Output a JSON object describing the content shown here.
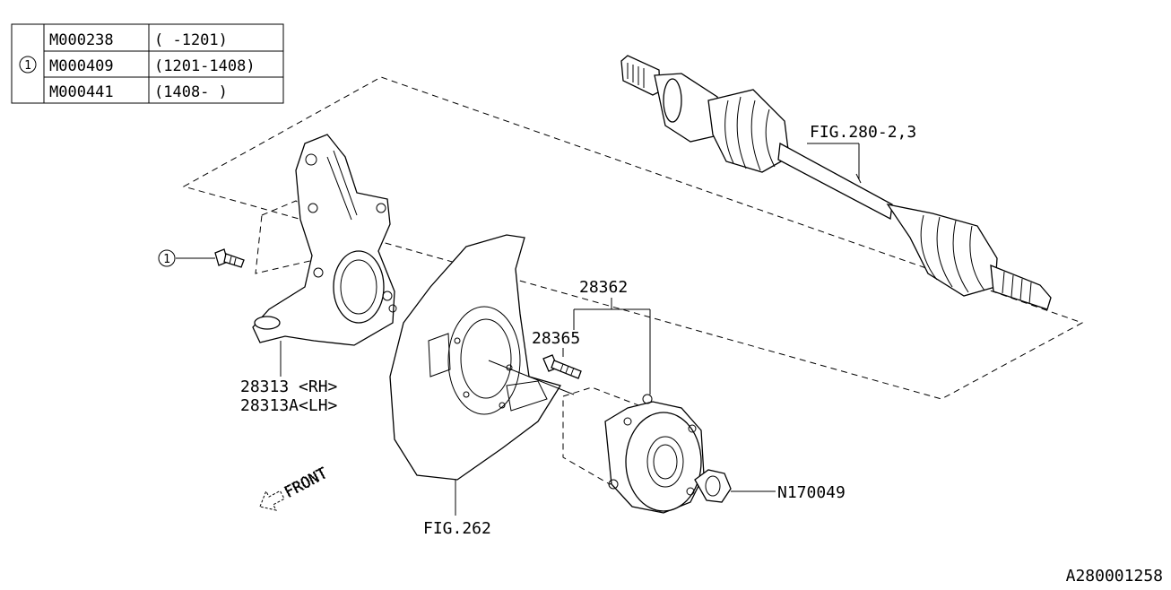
{
  "colors": {
    "line": "#000000",
    "background": "#ffffff"
  },
  "legend_table": {
    "ref": "1",
    "rows": [
      {
        "part": "M000238",
        "range": "( -1201)"
      },
      {
        "part": "M000409",
        "range": "(1201-1408)"
      },
      {
        "part": "M000441",
        "range": "(1408- )"
      }
    ]
  },
  "callouts": {
    "bolt_ref": "1",
    "knuckle_rh": "28313 <RH>",
    "knuckle_lh": "28313A<LH>",
    "hub_assembly": "28362",
    "hub_bolt": "28365",
    "nut": "N170049",
    "backing_plate": "FIG.262",
    "axle_shaft": "FIG.280-2,3"
  },
  "front_indicator": "FRONT",
  "diagram_id": "A280001258"
}
